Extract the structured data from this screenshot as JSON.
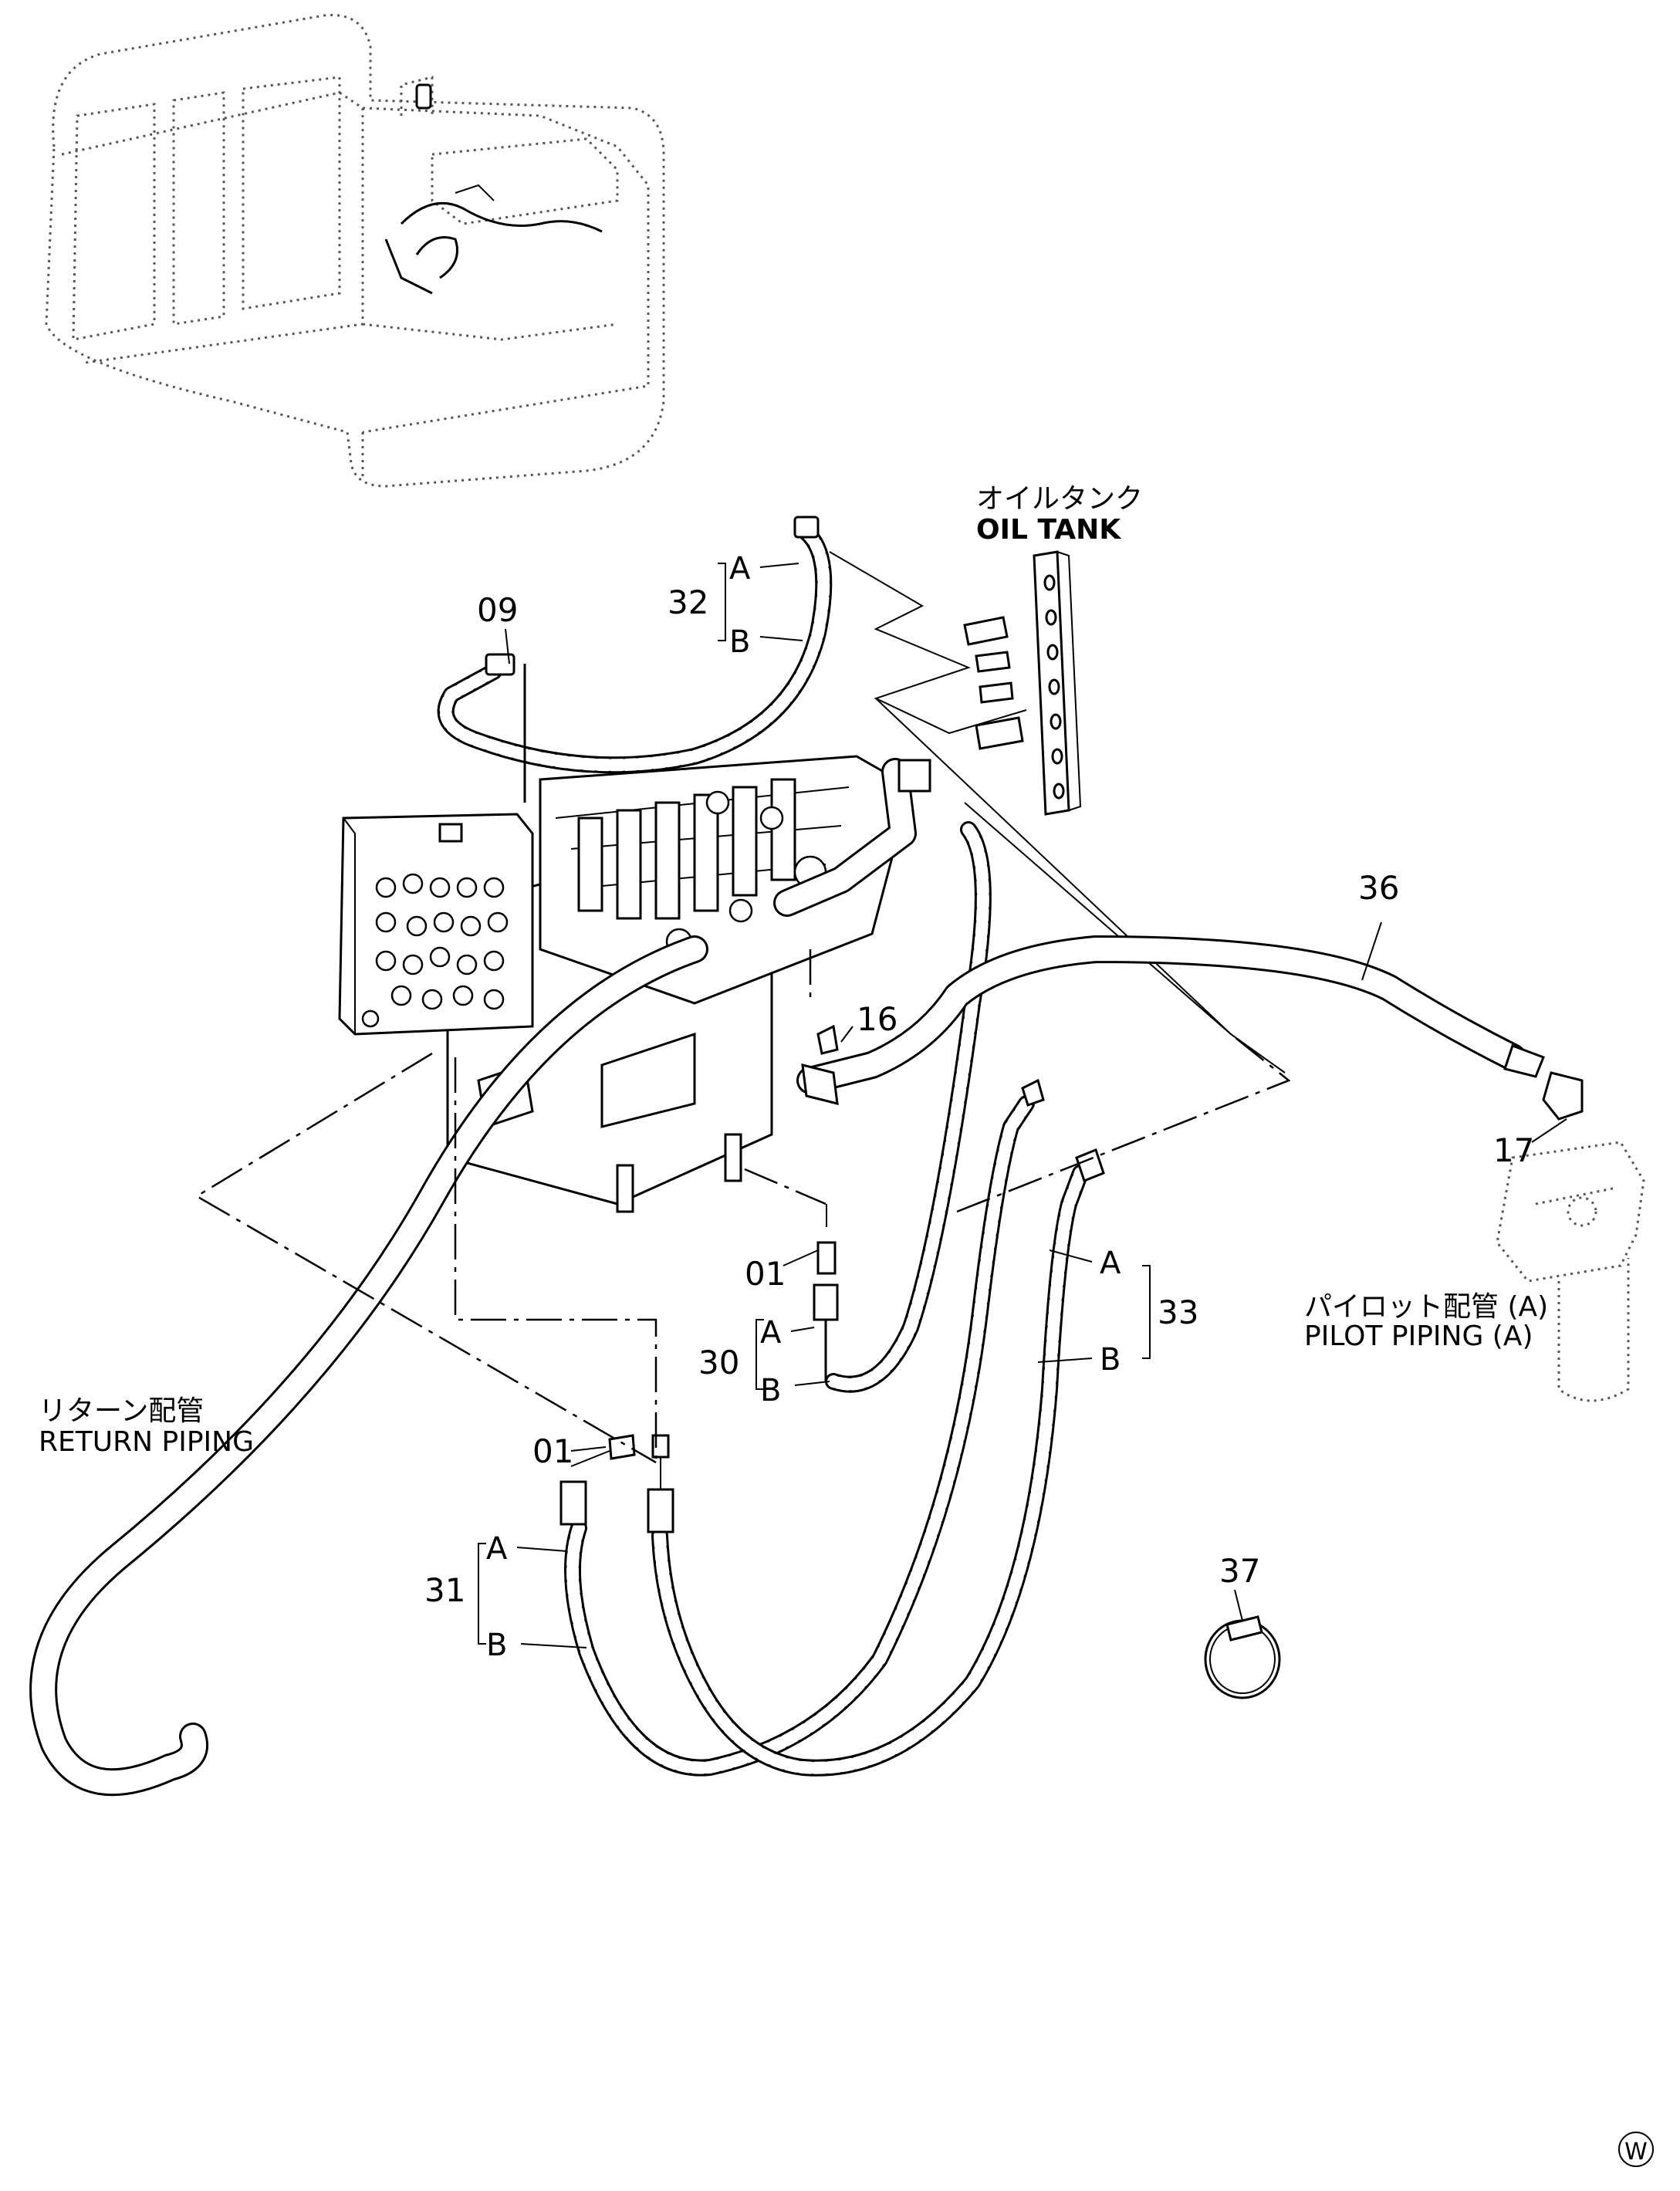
{
  "labels": {
    "oil_tank_jp": "オイルタンク",
    "oil_tank_en": "OIL  TANK",
    "return_piping_jp": "リターン配管",
    "return_piping_en": "RETURN  PIPING",
    "pilot_piping_jp": "パイロット配管  (A)",
    "pilot_piping_en": "PILOT  PIPING  (A)",
    "corner_mark": "W"
  },
  "callouts": {
    "p09": "09",
    "p32": "32",
    "p32a": "A",
    "p32b": "B",
    "p36": "36",
    "p16": "16",
    "p17": "17",
    "p01a": "01",
    "p01b": "01",
    "p30": "30",
    "p30a": "A",
    "p30b": "B",
    "p31": "31",
    "p31a": "A",
    "p31b": "B",
    "p33": "33",
    "p33a": "A",
    "p33b": "B",
    "p37": "37"
  }
}
